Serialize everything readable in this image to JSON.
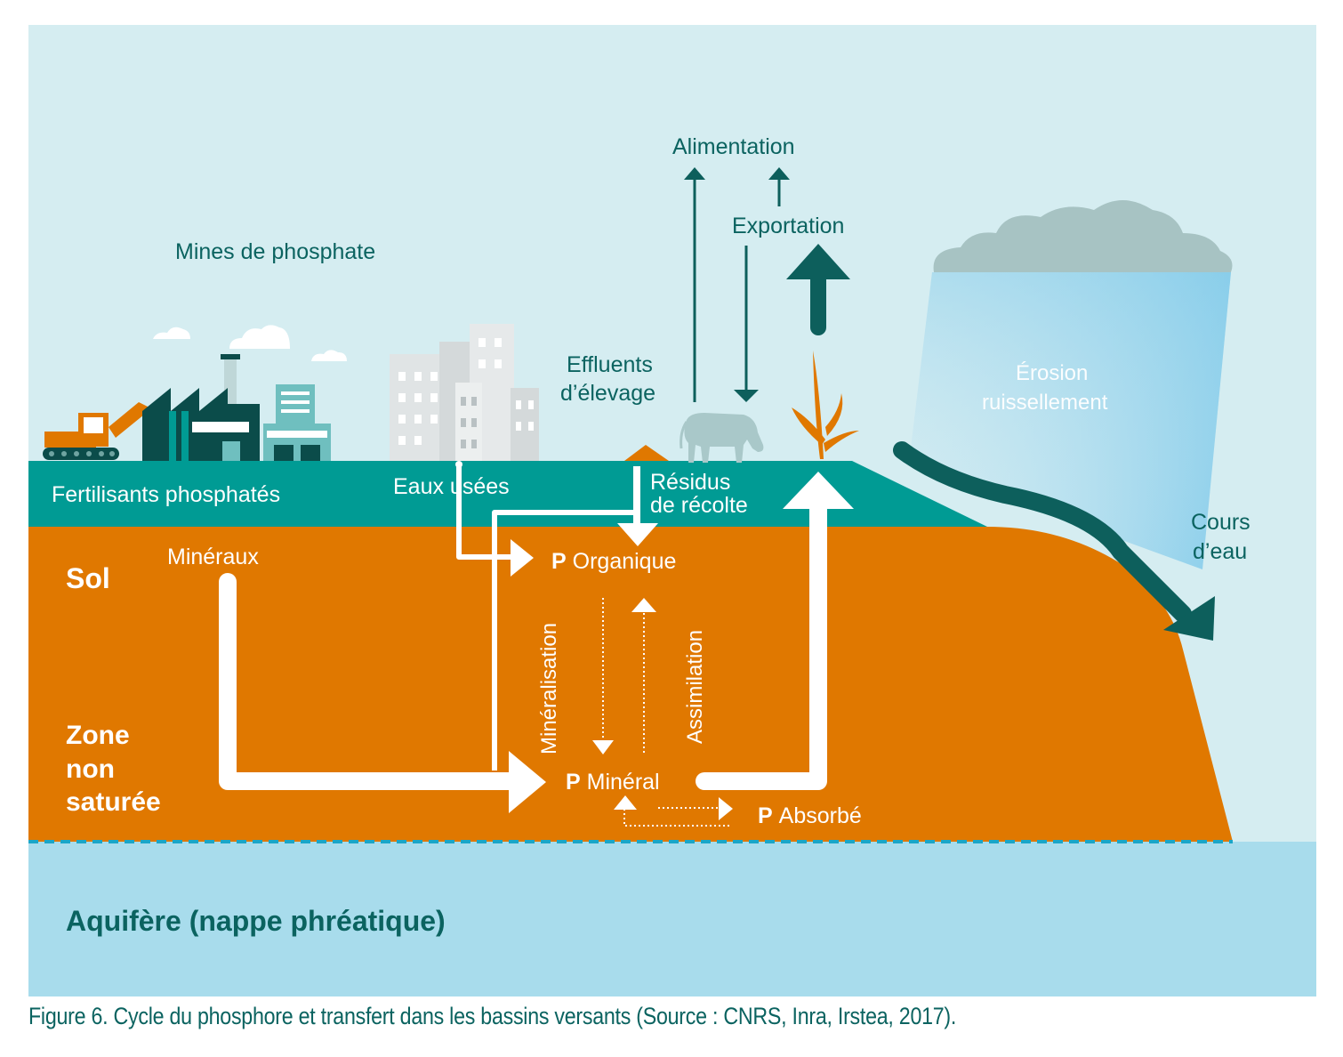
{
  "labels": {
    "mines": "Mines de phosphate",
    "alimentation": "Alimentation",
    "exportation": "Exportation",
    "effluents": "Effluents",
    "effluents_2": "d’élevage",
    "erosion": "Érosion",
    "erosion_2": "ruissellement",
    "fertilisants": "Fertilisants phosphatés",
    "eaux_usees": "Eaux usées",
    "residus": "Résidus",
    "residus_2": "de récolte",
    "cours": "Cours",
    "cours_2": "d’eau",
    "sol": "Sol",
    "mineraux": "Minéraux",
    "p_letter": "P",
    "organique": "Organique",
    "mineral": "Minéral",
    "absorbe": "Absorbé",
    "mineralisation": "Minéralisation",
    "assimilation": "Assimilation",
    "zone": "Zone",
    "zone_2": "non",
    "zone_3": "saturée",
    "aquifere": "Aquifère (nappe phréatique)"
  },
  "caption": "Figure 6. Cycle du phosphore et transfert dans les bassins versants (Source : CNRS, Inra, Irstea, 2017).",
  "colors": {
    "sky": "#d5edf1",
    "surface": "#009b94",
    "soil": "#e07800",
    "aquifer": "#a8dcec",
    "teal_text": "#0b6360",
    "teal_arrow": "#0d5f5c",
    "cloud": "#a7c3c3"
  },
  "icons": [
    "excavator-icon",
    "factory-icon",
    "city-buildings-icon",
    "cow-icon",
    "crop-plant-icon",
    "rain-cloud-icon"
  ]
}
